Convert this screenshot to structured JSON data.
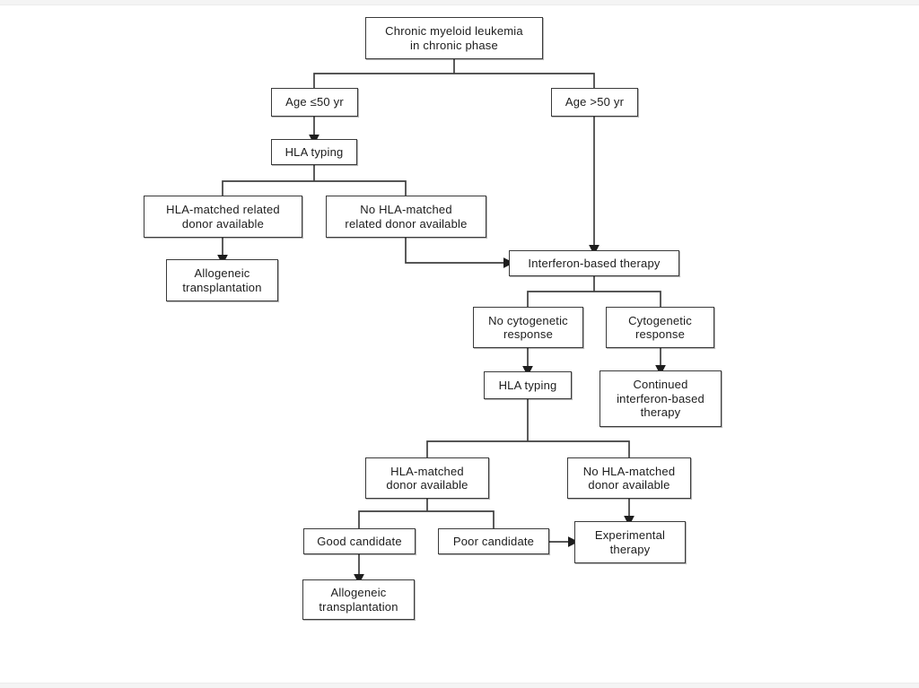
{
  "colors": {
    "background": "#ffffff",
    "box_border": "#3a3a3a",
    "text": "#1c1c1c",
    "connector_line": "#3f3f3f",
    "arrowhead": "#1d1d1d"
  },
  "flowchart": {
    "nodes": [
      {
        "id": "cml",
        "label": "Chronic myeloid leukemia\nin chronic phase"
      },
      {
        "id": "age-le-50",
        "label": "Age ≤50 yr"
      },
      {
        "id": "age-gt-50",
        "label": "Age >50 yr"
      },
      {
        "id": "hla-typing-1",
        "label": "HLA typing"
      },
      {
        "id": "matched-related",
        "label": "HLA-matched related\ndonor available"
      },
      {
        "id": "no-matched-related",
        "label": "No HLA-matched\nrelated donor available"
      },
      {
        "id": "allogeneic-1",
        "label": "Allogeneic\ntransplantation"
      },
      {
        "id": "interferon",
        "label": "Interferon-based therapy"
      },
      {
        "id": "no-cytogenetic",
        "label": "No cytogenetic\nresponse"
      },
      {
        "id": "cytogenetic",
        "label": "Cytogenetic\nresponse"
      },
      {
        "id": "hla-typing-2",
        "label": "HLA typing"
      },
      {
        "id": "continued-ifn",
        "label": "Continued\ninterferon-based\ntherapy"
      },
      {
        "id": "matched-donor",
        "label": "HLA-matched\ndonor available"
      },
      {
        "id": "no-matched-donor",
        "label": "No HLA-matched\ndonor available"
      },
      {
        "id": "good-candidate",
        "label": "Good candidate"
      },
      {
        "id": "poor-candidate",
        "label": "Poor candidate"
      },
      {
        "id": "experimental",
        "label": "Experimental\ntherapy"
      },
      {
        "id": "allogeneic-2",
        "label": "Allogeneic\ntransplantation"
      }
    ],
    "edges": [
      {
        "from": "cml",
        "to": "age-le-50"
      },
      {
        "from": "cml",
        "to": "age-gt-50"
      },
      {
        "from": "age-le-50",
        "to": "hla-typing-1",
        "arrow": true
      },
      {
        "from": "hla-typing-1",
        "to": "matched-related"
      },
      {
        "from": "hla-typing-1",
        "to": "no-matched-related"
      },
      {
        "from": "matched-related",
        "to": "allogeneic-1",
        "arrow": true
      },
      {
        "from": "no-matched-related",
        "to": "interferon",
        "arrow": true
      },
      {
        "from": "age-gt-50",
        "to": "interferon",
        "arrow": true
      },
      {
        "from": "interferon",
        "to": "no-cytogenetic"
      },
      {
        "from": "interferon",
        "to": "cytogenetic"
      },
      {
        "from": "no-cytogenetic",
        "to": "hla-typing-2",
        "arrow": true
      },
      {
        "from": "cytogenetic",
        "to": "continued-ifn",
        "arrow": true
      },
      {
        "from": "hla-typing-2",
        "to": "matched-donor"
      },
      {
        "from": "hla-typing-2",
        "to": "no-matched-donor"
      },
      {
        "from": "matched-donor",
        "to": "good-candidate"
      },
      {
        "from": "matched-donor",
        "to": "poor-candidate"
      },
      {
        "from": "no-matched-donor",
        "to": "experimental",
        "arrow": true
      },
      {
        "from": "poor-candidate",
        "to": "experimental",
        "arrow": true
      },
      {
        "from": "good-candidate",
        "to": "allogeneic-2",
        "arrow": true
      }
    ]
  }
}
